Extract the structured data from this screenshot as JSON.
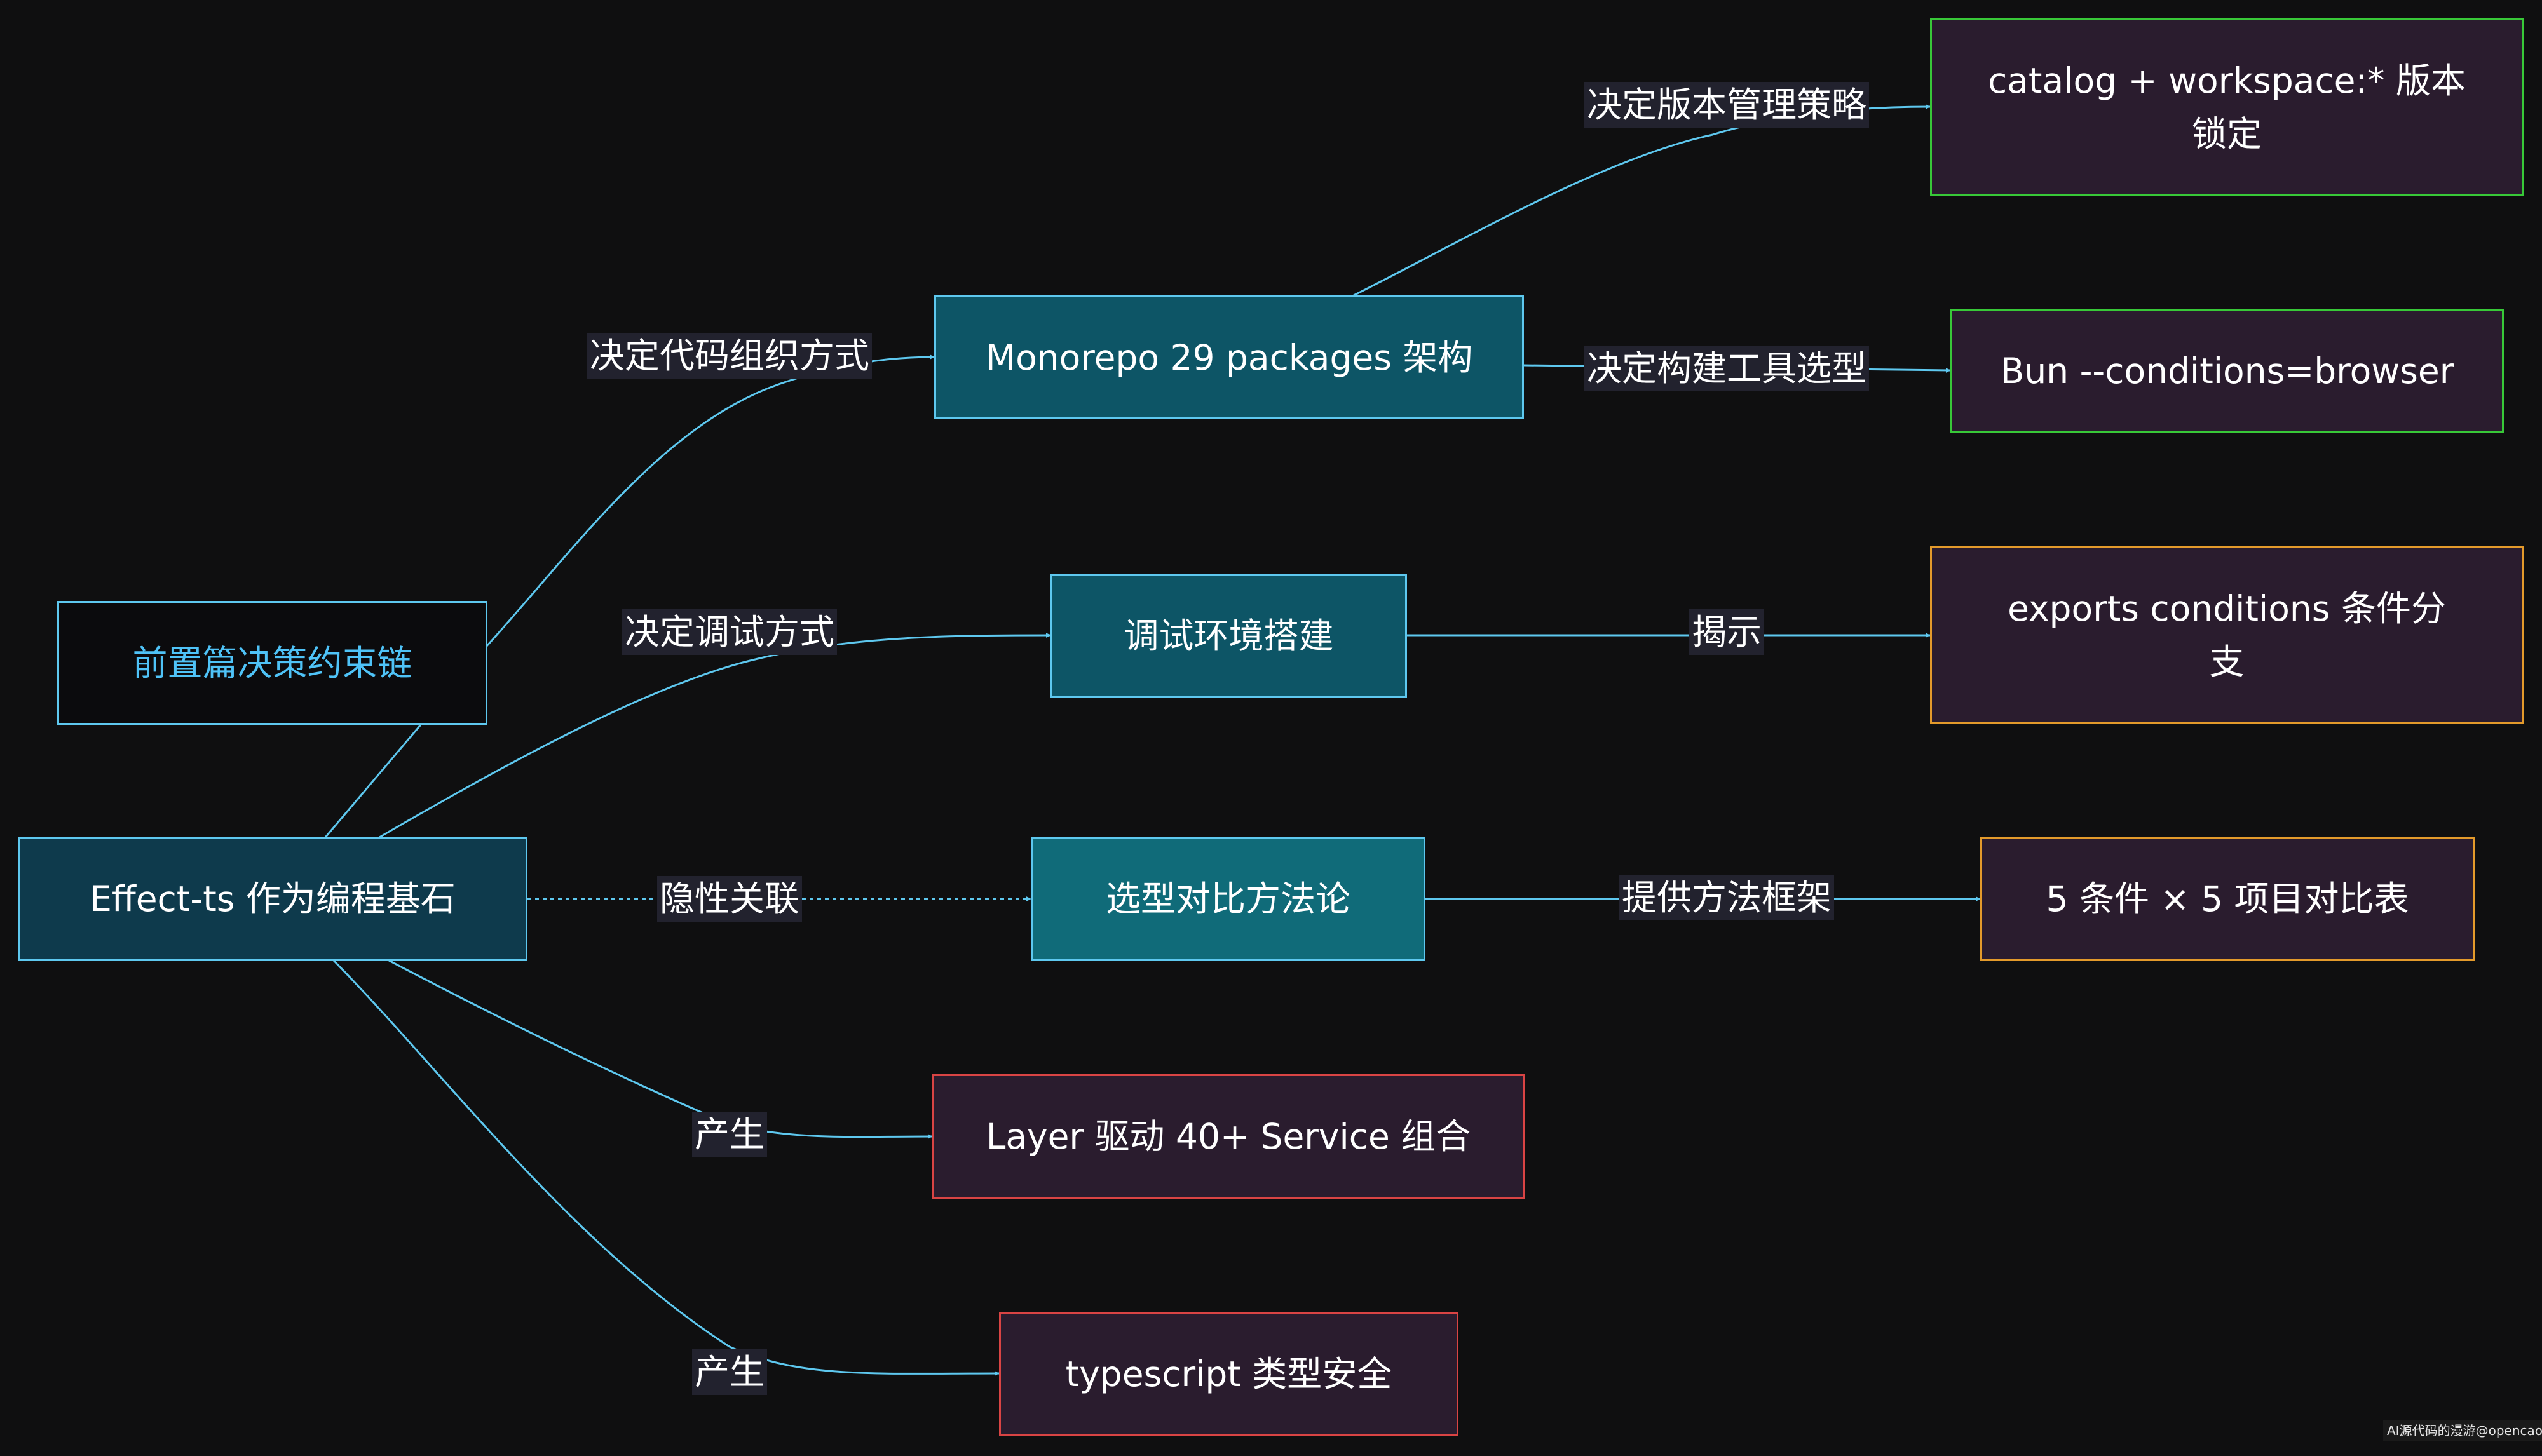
{
  "nodes": {
    "root": "前置篇决策约束链",
    "effect": "Effect-ts 作为编程基石",
    "monorepo": "Monorepo 29 packages 架构",
    "debug_env": "调试环境搭建",
    "selection": "选型对比方法论",
    "layer": "Layer 驱动 40+ Service 组合",
    "typescript": "typescript 类型安全",
    "catalog_line1": "catalog + workspace:* 版本",
    "catalog_line2": "锁定",
    "bun": "Bun --conditions=browser",
    "exports_line1": "exports conditions 条件分",
    "exports_line2": "支",
    "compare": "5 条件 × 5 项目对比表"
  },
  "edges": {
    "code_org": "决定代码组织方式",
    "debug_way": "决定调试方式",
    "implicit": "隐性关联",
    "produce_1": "产生",
    "produce_2": "产生",
    "version_mgmt": "决定版本管理策略",
    "build_tool": "决定构建工具选型",
    "reveal": "揭示",
    "method": "提供方法框架"
  },
  "watermark": "AI源代码的漫游@opencao.cn",
  "colors": {
    "background": "#0f0f10",
    "edge": "#5ec8ef",
    "root_text": "#4fc3f7",
    "border_green": "#38c838",
    "border_orange": "#e39a2b",
    "border_red": "#d94444",
    "label_bg": "#22222e"
  }
}
